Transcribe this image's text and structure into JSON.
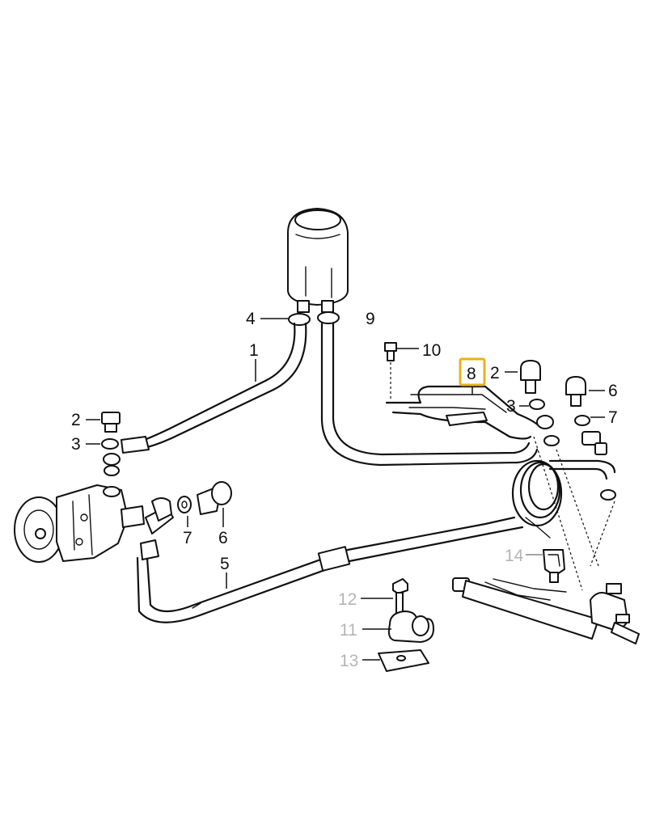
{
  "labels": {
    "l1": "1",
    "l2a": "2",
    "l2b": "2",
    "l3a": "3",
    "l3b": "3",
    "l4": "4",
    "l5": "5",
    "l6a": "6",
    "l6b": "6",
    "l7a": "7",
    "l7b": "7",
    "l8": "8",
    "l9": "9",
    "l10": "10",
    "l11": "11",
    "l12": "12",
    "l13": "13",
    "l14": "14"
  },
  "colors": {
    "highlight": "#e8b21c",
    "inactive_label": "#b5b5b5",
    "line": "#111111"
  }
}
